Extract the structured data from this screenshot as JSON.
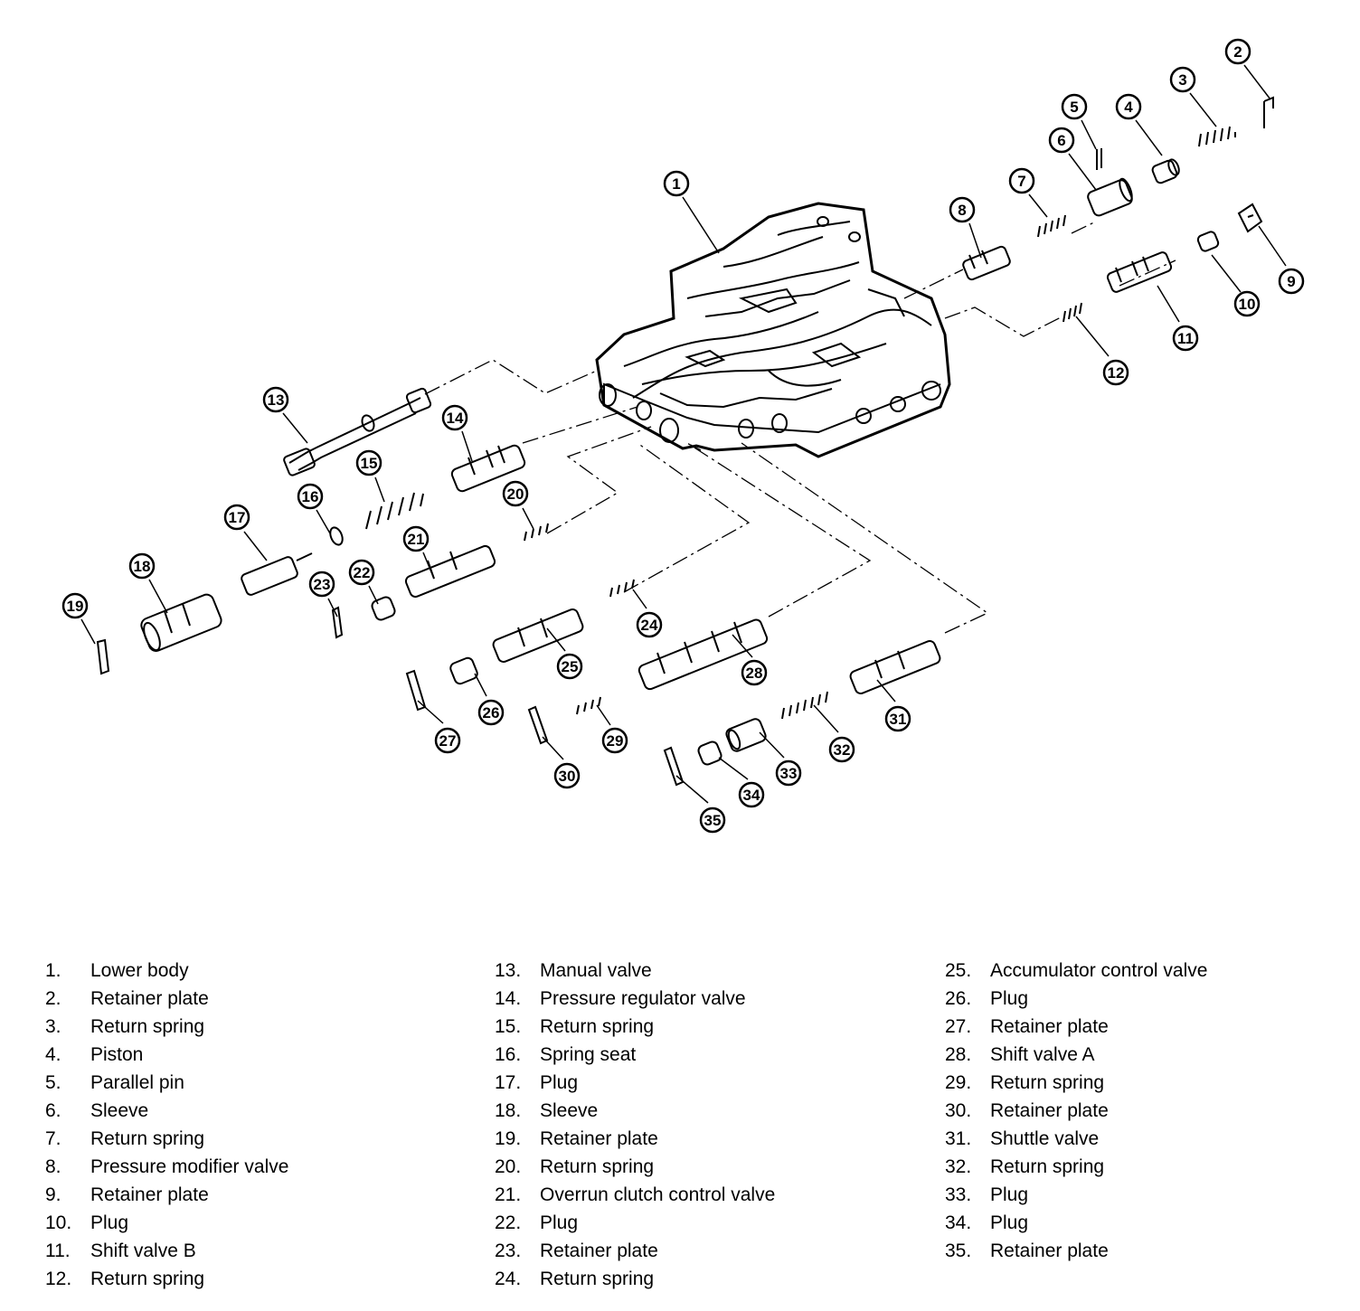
{
  "legend": {
    "columns": [
      [
        {
          "num": "1.",
          "label": "Lower body"
        },
        {
          "num": "2.",
          "label": "Retainer plate"
        },
        {
          "num": "3.",
          "label": "Return spring"
        },
        {
          "num": "4.",
          "label": "Piston"
        },
        {
          "num": "5.",
          "label": "Parallel pin"
        },
        {
          "num": "6.",
          "label": "Sleeve"
        },
        {
          "num": "7.",
          "label": "Return spring"
        },
        {
          "num": "8.",
          "label": "Pressure modifier valve"
        },
        {
          "num": "9.",
          "label": "Retainer plate"
        },
        {
          "num": "10.",
          "label": "Plug"
        },
        {
          "num": "11.",
          "label": "Shift valve B"
        },
        {
          "num": "12.",
          "label": "Return spring"
        }
      ],
      [
        {
          "num": "13.",
          "label": "Manual valve"
        },
        {
          "num": "14.",
          "label": "Pressure regulator valve"
        },
        {
          "num": "15.",
          "label": "Return spring"
        },
        {
          "num": "16.",
          "label": "Spring seat"
        },
        {
          "num": "17.",
          "label": "Plug"
        },
        {
          "num": "18.",
          "label": "Sleeve"
        },
        {
          "num": "19.",
          "label": "Retainer plate"
        },
        {
          "num": "20.",
          "label": "Return spring"
        },
        {
          "num": "21.",
          "label": "Overrun clutch control valve"
        },
        {
          "num": "22.",
          "label": "Plug"
        },
        {
          "num": "23.",
          "label": "Retainer plate"
        },
        {
          "num": "24.",
          "label": "Return spring"
        }
      ],
      [
        {
          "num": "25.",
          "label": "Accumulator control valve"
        },
        {
          "num": "26.",
          "label": "Plug"
        },
        {
          "num": "27.",
          "label": "Retainer plate"
        },
        {
          "num": "28.",
          "label": "Shift valve A"
        },
        {
          "num": "29.",
          "label": "Return spring"
        },
        {
          "num": "30.",
          "label": "Retainer plate"
        },
        {
          "num": "31.",
          "label": "Shuttle valve"
        },
        {
          "num": "32.",
          "label": "Return spring"
        },
        {
          "num": "33.",
          "label": "Plug"
        },
        {
          "num": "34.",
          "label": "Plug"
        },
        {
          "num": "35.",
          "label": "Retainer plate"
        }
      ]
    ]
  },
  "callouts": [
    "1",
    "2",
    "3",
    "4",
    "5",
    "6",
    "7",
    "8",
    "9",
    "10",
    "11",
    "12",
    "13",
    "14",
    "15",
    "16",
    "17",
    "18",
    "19",
    "20",
    "21",
    "22",
    "23",
    "24",
    "25",
    "26",
    "27",
    "28",
    "29",
    "30",
    "31",
    "32",
    "33",
    "34",
    "35"
  ]
}
